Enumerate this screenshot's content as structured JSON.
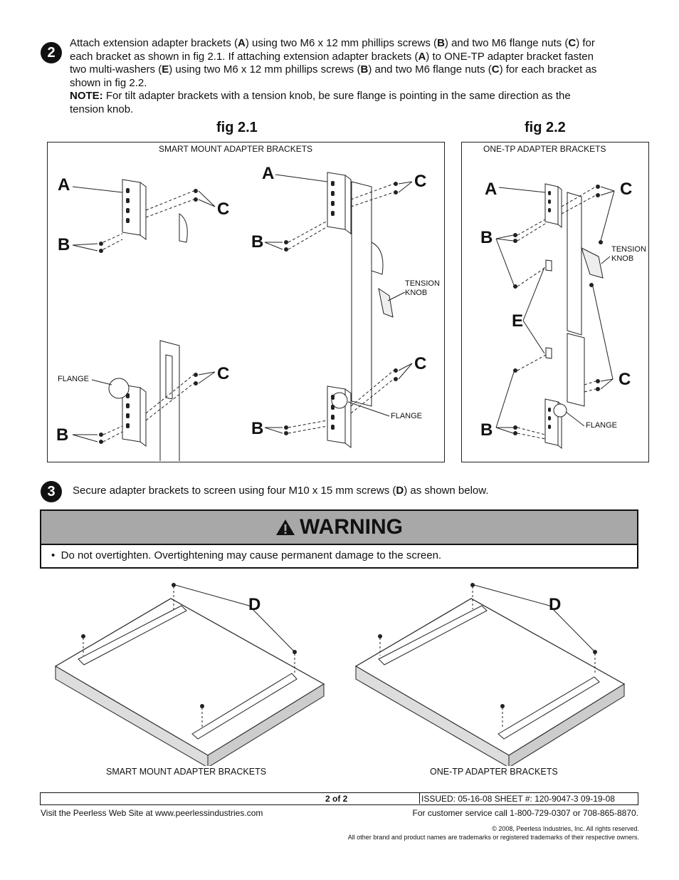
{
  "step2": {
    "number": "2",
    "line1": [
      "Attach extension adapter brackets (",
      "A",
      ") using two M6 x 12 mm phillips screws (",
      "B",
      ") and two M6 flange nuts (",
      "C",
      ") for"
    ],
    "line2": [
      "each bracket as shown in fig 2.1. If attaching extension adapter brackets (",
      "A",
      ") to ONE-TP adapter bracket fasten"
    ],
    "line3": [
      "two multi-washers (",
      "E",
      ") using two M6 x 12 mm phillips screws (",
      "B",
      ") and two M6 flange nuts (",
      "C",
      ") for each bracket as"
    ],
    "line4": "shown in fig 2.2.",
    "note_label": "NOTE:",
    "note_text": " For tilt adapter brackets with a tension knob, be sure flange is pointing in the same direction as the",
    "note_text2": "tension knob."
  },
  "fig21": {
    "title": "fig 2.1",
    "caption": "SMART MOUNT ADAPTER BRACKETS",
    "labels": {
      "a1": "A",
      "b1": "B",
      "c1": "C",
      "a2": "A",
      "b2": "B",
      "c2": "C",
      "c3": "C",
      "b3": "B",
      "c4": "C",
      "b4": "B"
    },
    "flange": "FLANGE",
    "flange2": "FLANGE",
    "tension1": "TENSION",
    "tension2": "KNOB"
  },
  "fig22": {
    "title": "fig 2.2",
    "caption": "ONE-TP ADAPTER BRACKETS",
    "labels": {
      "a": "A",
      "c1": "C",
      "b1": "B",
      "e": "E",
      "c2": "C",
      "b2": "B"
    },
    "tension1": "TENSION",
    "tension2": "KNOB",
    "flange": "FLANGE"
  },
  "step3": {
    "number": "3",
    "text_before": "Secure adapter brackets to screen using four M10 x 15 mm screws (",
    "text_bold": "D",
    "text_after": ") as shown below."
  },
  "warning": {
    "icon": "warning-triangle-icon",
    "title": "WARNING",
    "bullet": "•",
    "text": "Do not overtighten. Overtightening may cause permanent damage to the screen."
  },
  "bottom_figs": {
    "left_caption": "SMART MOUNT ADAPTER BRACKETS",
    "right_caption": "ONE-TP ADAPTER BRACKETS",
    "left_label": "D",
    "right_label": "D"
  },
  "footer": {
    "page": "2 of 2",
    "issued": "ISSUED: 05-16-08  SHEET #: 120-9047-3   09-19-08",
    "website": "Visit the Peerless Web Site at www.peerlessindustries.com",
    "service": "For customer service call 1-800-729-0307 or 708-865-8870.",
    "copyright": "© 2008, Peerless Industries, Inc. All rights reserved.",
    "trademarks": "All other brand and product names are trademarks or registered trademarks of their respective owners."
  }
}
